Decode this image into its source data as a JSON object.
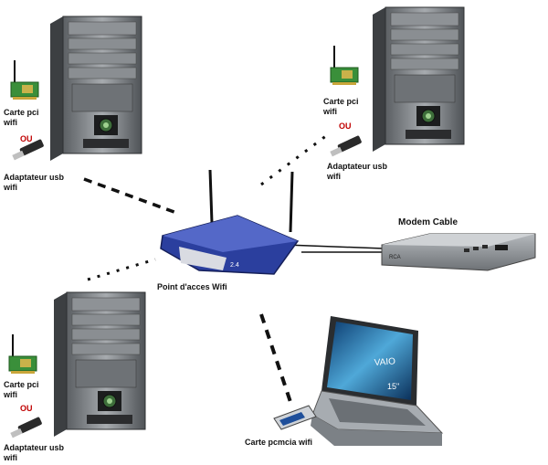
{
  "labels": {
    "pc_top_left": {
      "card": "Carte pci\nwifi",
      "or": "OU",
      "usb": "Adaptateur usb\nwifi"
    },
    "pc_top_right": {
      "card": "Carte pci\nwifi",
      "or": "OU",
      "usb": "Adaptateur usb\nwifi"
    },
    "pc_bottom_left": {
      "card": "Carte pci\nwifi",
      "or": "OU",
      "usb": "Adaptateur usb\nwifi"
    },
    "router": "Point d'acces Wifi",
    "modem": "Modem Cable",
    "laptop_card": "Carte pcmcia wifi",
    "router_band": "2.4",
    "laptop_brand": "VAIO",
    "laptop_screen_size": "15\"",
    "modem_brand": "RCA"
  },
  "colors": {
    "link_dash": "#111111",
    "pc_case": "#7a7f84",
    "router_blue": "#2b3f9e",
    "modem_body": "#8c9096",
    "laptop_body": "#9aa0a6",
    "pci_board": "#3a8f3a",
    "ou_red": "#c00000"
  }
}
